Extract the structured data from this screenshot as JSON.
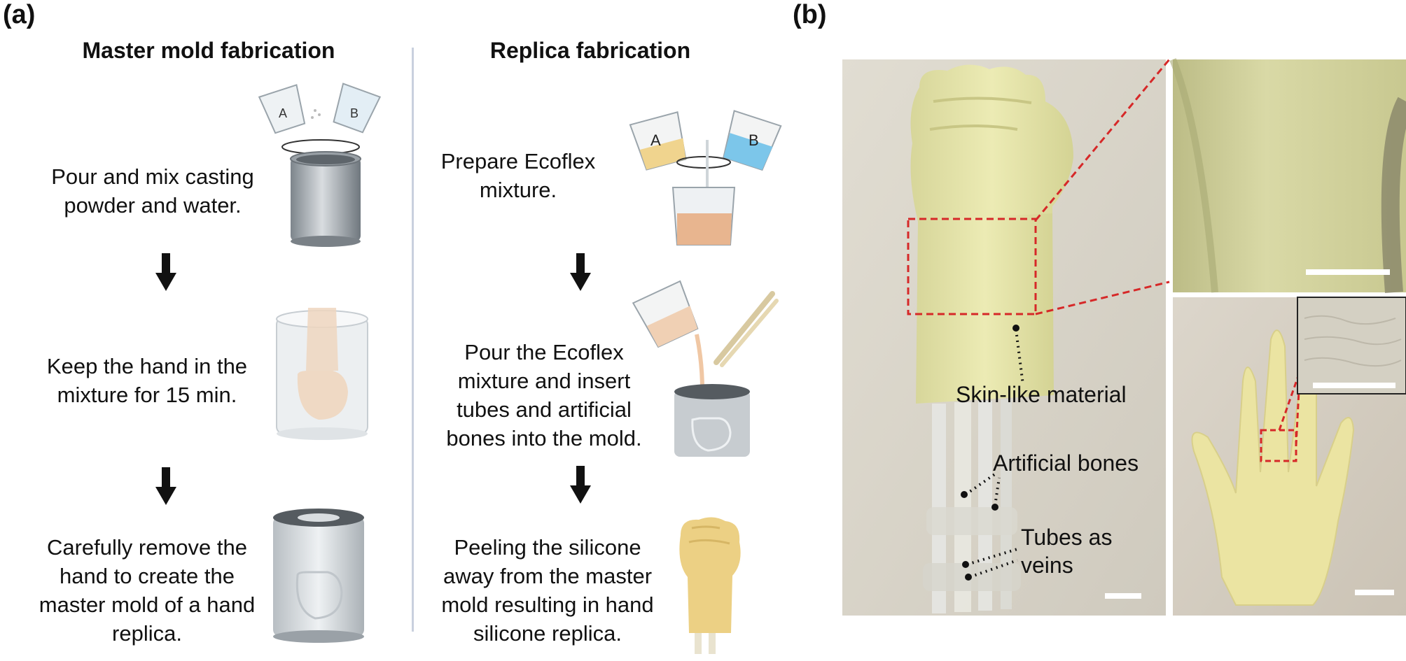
{
  "panel_a": {
    "label": "(a)",
    "master": {
      "title": "Master mold fabrication",
      "steps": [
        "Pour and mix casting powder and water.",
        "Keep the hand in the mixture for 15 min.",
        "Carefully remove the hand to create the master mold of a hand replica."
      ],
      "beaker_labels": [
        "A",
        "B"
      ]
    },
    "replica": {
      "title": "Replica fabrication",
      "steps": [
        "Prepare Ecoflex mixture.",
        "Pour the Ecoflex mixture and insert tubes and artificial bones into the mold.",
        "Peeling the silicone away from the master mold resulting in hand silicone replica."
      ],
      "beaker_labels": [
        "A",
        "B"
      ]
    }
  },
  "panel_b": {
    "label": "(b)",
    "annotations": {
      "skin": "Skin-like material",
      "bones": "Artificial bones",
      "tubes": "Tubes as veins"
    }
  },
  "colors": {
    "annotation_box": "#d62828",
    "divider": "#c9d0de",
    "silicone": "#e9e6a8",
    "wall": "#d9d4c6"
  }
}
